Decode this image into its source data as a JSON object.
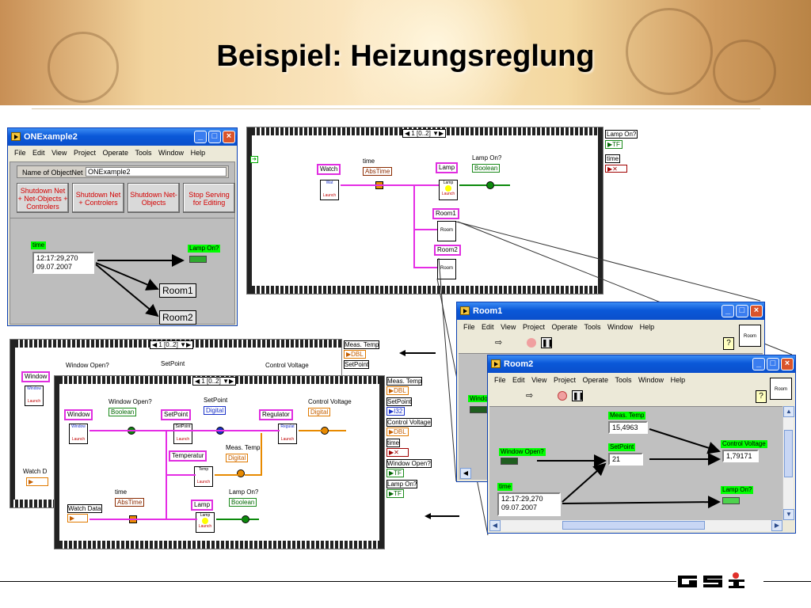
{
  "title": "Beispiel: Heizungsreglung",
  "colors": {
    "xp_title": "#0a58d8",
    "wire": "#e52de5",
    "led_green": "#00ff00",
    "accent_red": "#d40000"
  },
  "win_main": {
    "title": "ONExample2",
    "menu": [
      "File",
      "Edit",
      "View",
      "Project",
      "Operate",
      "Tools",
      "Window",
      "Help"
    ],
    "objnet_label": "Name of ObjectNet",
    "objnet_value": "ONExample2",
    "buttons": [
      "Shutdown Net + Net-Objects + Controlers",
      "Shutdown Net + Controlers",
      "Shutdown Net-Objects",
      "Stop Serving for Editing"
    ],
    "time_label": "time",
    "time_value1": "12:17:29,270",
    "time_value2": "09.07.2007",
    "lamp_label": "Lamp On?",
    "room1": "Room1",
    "room2": "Room2"
  },
  "top_diagram": {
    "sequence": "1 [0..2]",
    "watch": "Watch",
    "time": "time",
    "abstime": "AbsTime",
    "lamp": "Lamp",
    "lamp_on": "Lamp On?",
    "boolean": "Boolean",
    "room1": "Room1",
    "room2": "Room2",
    "room_vi": "Room",
    "launch": "Launch",
    "side_lamp_on": "Lamp On?",
    "side_tf": "TF",
    "side_time": "time"
  },
  "bottom_diagram": {
    "sequence": "1 [0..2]",
    "window": "Window",
    "window_open": "Window Open?",
    "boolean": "Boolean",
    "setpoint": "SetPoint",
    "digital": "Digital",
    "regulator": "Regulator",
    "control_voltage": "Control Voltage",
    "temperatur": "Temperatur",
    "meas_temp": "Meas. Temp",
    "time": "time",
    "abstime": "AbsTime",
    "watch_data": "Watch Data",
    "watch_d": "Watch D",
    "lamp": "Lamp",
    "lamp_on": "Lamp On?",
    "launch": "Launch",
    "side_labels": [
      "Meas. Temp",
      "DBL",
      "SetPoint",
      "I32",
      "Control Voltage",
      "DBL",
      "time",
      "Window Open?",
      "TF",
      "Lamp On?",
      "TF"
    ]
  },
  "win_room1": {
    "title": "Room1",
    "menu": [
      "File",
      "Edit",
      "View",
      "Project",
      "Operate",
      "Tools",
      "Window",
      "Help"
    ],
    "vi": "Room",
    "window_partial": "Windo"
  },
  "win_room2": {
    "title": "Room2",
    "menu": [
      "File",
      "Edit",
      "View",
      "Project",
      "Operate",
      "Tools",
      "Window",
      "Help"
    ],
    "vi": "Room",
    "meas_temp_label": "Meas. Temp",
    "meas_temp_value": "15,4963",
    "window_open_label": "Window Open?",
    "setpoint_label": "SetPoint",
    "setpoint_value": "21",
    "control_voltage_label": "Control Voltage",
    "control_voltage_value": "1,79171",
    "time_label": "time",
    "time_value1": "12:17:29,270",
    "time_value2": "09.07.2007",
    "lamp_label": "Lamp On?"
  },
  "logo": "GSI"
}
